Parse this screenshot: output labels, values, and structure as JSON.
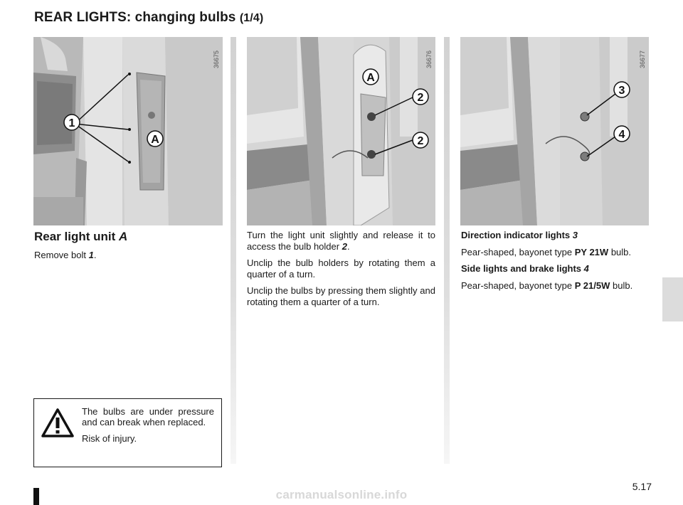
{
  "page": {
    "title": "REAR LIGHTS: changing bulbs",
    "title_part": "(1/4)",
    "page_number": "5.17",
    "watermark": "carmanualsonline.info"
  },
  "figures": [
    {
      "ref": "36675",
      "labels": [
        "1",
        "A"
      ]
    },
    {
      "ref": "36676",
      "labels": [
        "A",
        "2",
        "2"
      ]
    },
    {
      "ref": "36677",
      "labels": [
        "3",
        "4"
      ]
    }
  ],
  "col1": {
    "heading": "Rear light unit",
    "heading_ref": "A",
    "step_prefix": "Remove bolt",
    "step_ref": "1",
    "step_suffix": "."
  },
  "col2": {
    "p1_text": "Turn the light unit slightly and release it to access the bulb holder",
    "p1_ref": "2",
    "p1_suffix": ".",
    "p2": "Unclip the bulb holders by rotating them a quarter of a turn.",
    "p3": "Unclip the bulbs by pressing them slightly and rotating them a quarter of a turn."
  },
  "col3": {
    "h1_text": "Direction indicator lights",
    "h1_ref": "3",
    "p1_prefix": "Pear-shaped, bayonet type",
    "p1_bulb": "PY 21W",
    "p1_suffix": "bulb.",
    "h2_text": "Side lights and brake lights",
    "h2_ref": "4",
    "p2_prefix": "Pear-shaped, bayonet type",
    "p2_bulb": "P 21/5W",
    "p2_suffix": "bulb."
  },
  "warning": {
    "icon": "warning-triangle-icon",
    "line1": "The bulbs are under pressure and can break when replaced.",
    "line2": "Risk of injury."
  }
}
